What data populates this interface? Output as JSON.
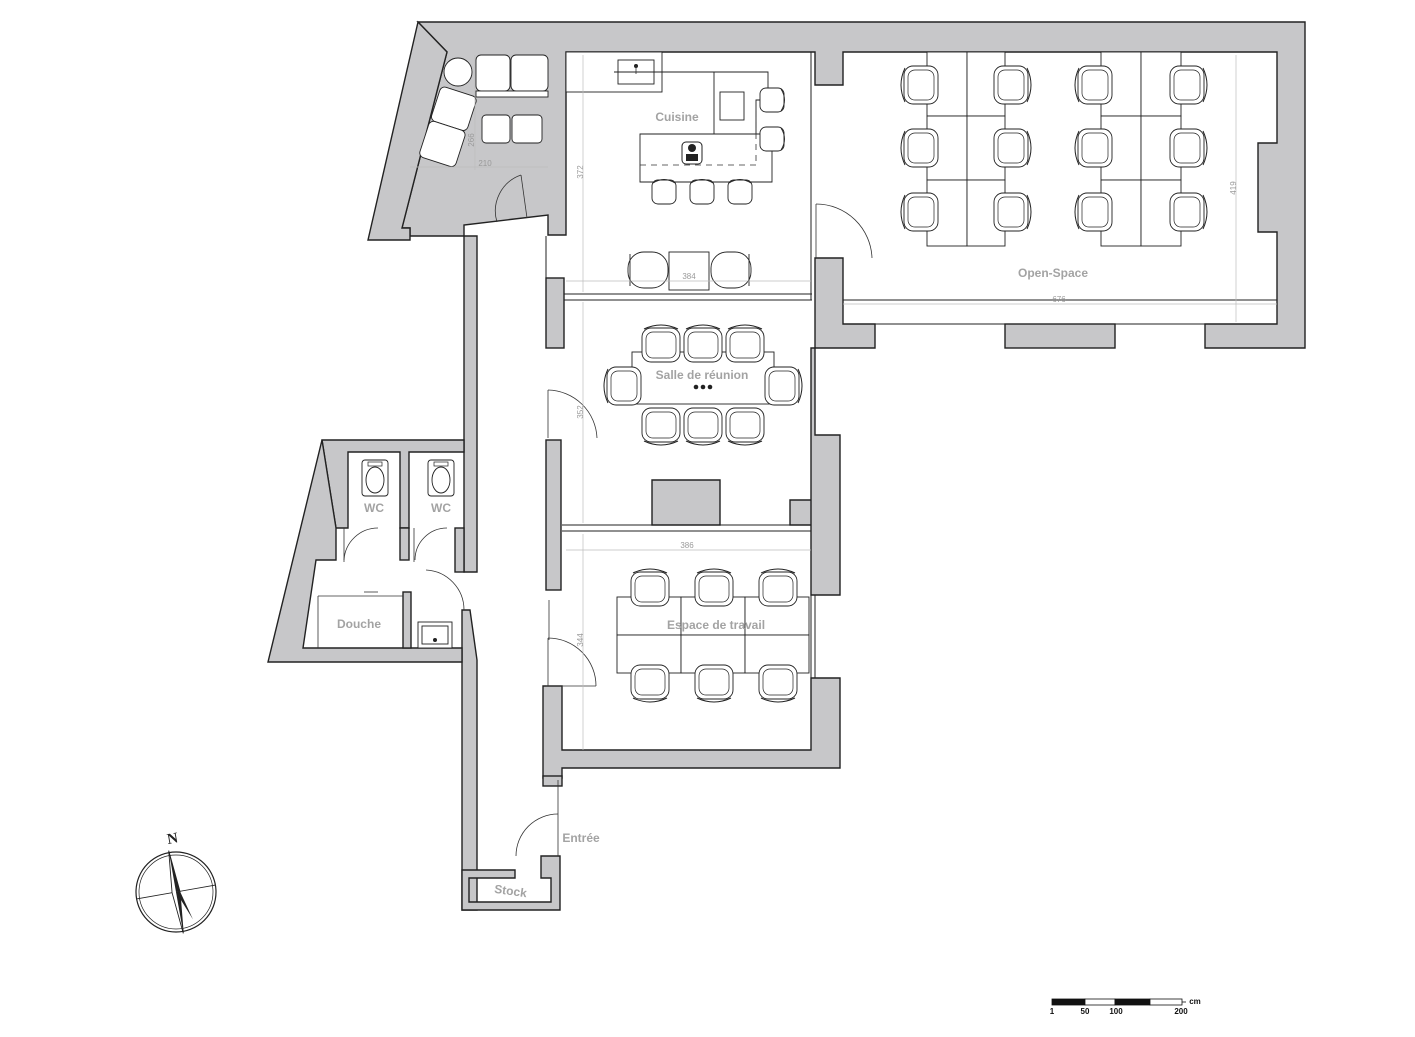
{
  "rooms": {
    "cuisine": "Cuisine",
    "open_space": "Open-Space",
    "salle_reunion": "Salle de réunion",
    "wc1": "WC",
    "wc2": "WC",
    "douche": "Douche",
    "espace_travail": "Espace de travail",
    "entree": "Entrée",
    "stock": "Stock"
  },
  "dimensions": {
    "lounge_height": "266",
    "lounge_width": "210",
    "kitchen_height": "372",
    "kitchen_width": "384",
    "open_space_width": "676",
    "open_space_height": "419",
    "meeting_height": "352",
    "work_width": "386",
    "work_height": "344"
  },
  "compass": {
    "north_label": "N"
  },
  "scale_bar": {
    "unit": "cm",
    "ticks": [
      "1",
      "50",
      "100",
      "200"
    ]
  },
  "colors": {
    "wall_fill": "#c7c7c9",
    "label_gray": "#a3a3a3",
    "line": "#222222"
  }
}
